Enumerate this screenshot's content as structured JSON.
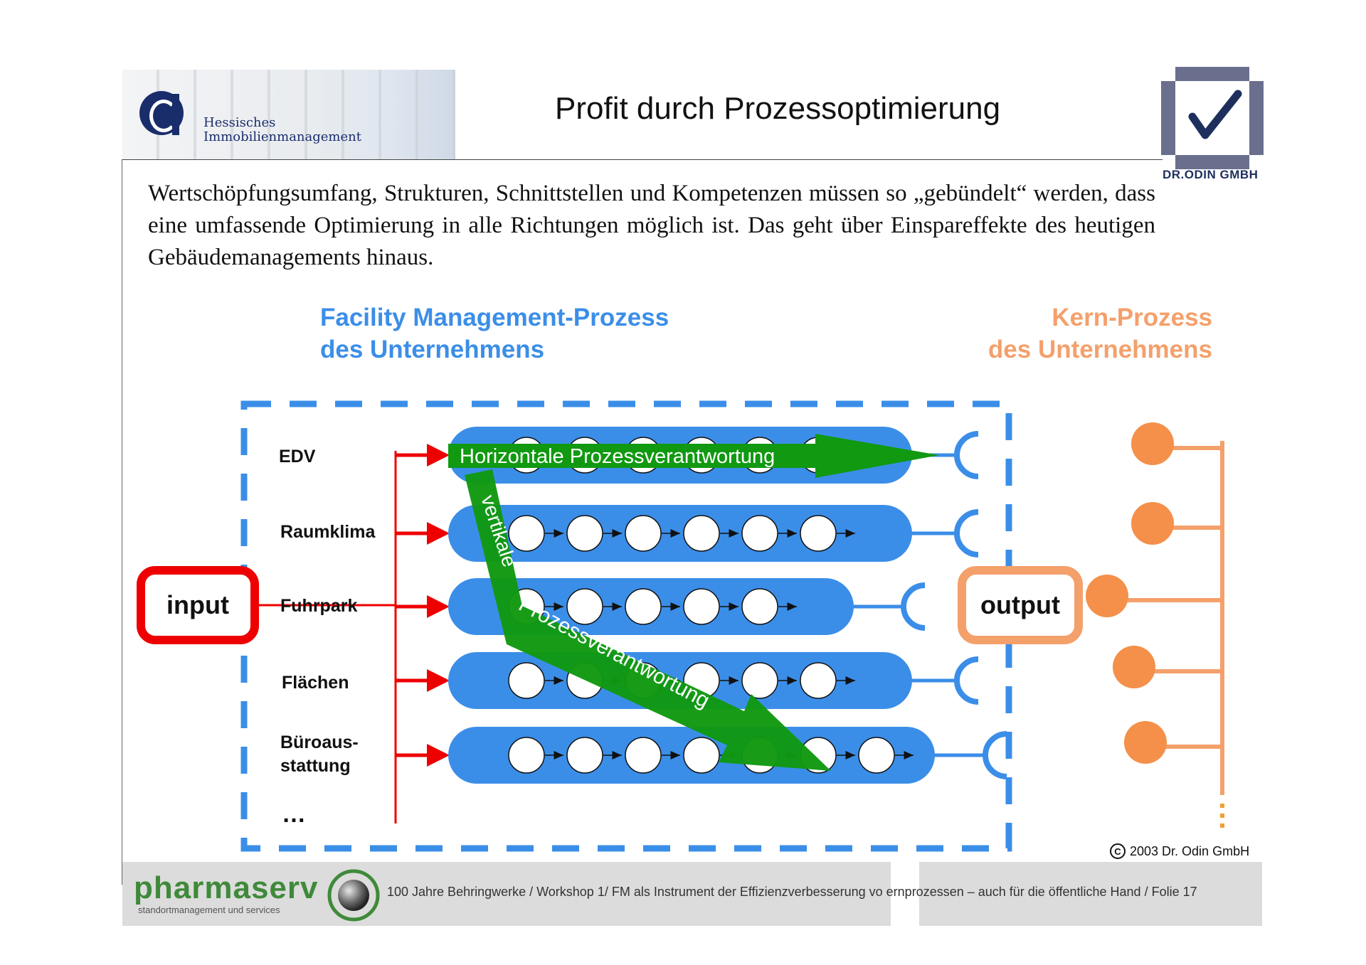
{
  "header": {
    "logo_line1": "Hessisches",
    "logo_line2": "Immobilienmanagement",
    "title": "Profit durch Prozessoptimierung",
    "company": "DR.ODIN GMBH"
  },
  "intro_text": "Wertschöpfungsumfang, Strukturen, Schnittstellen und Kompetenzen müssen so „gebündelt“ werden, dass eine umfassende Optimierung in alle Richtungen möglich ist. Das geht über Einspareffekte des heutigen Gebäudemanagements hinaus.",
  "diagram": {
    "fm_heading_line1": "Facility Management-Prozess",
    "fm_heading_line2": "des Unternehmens",
    "kern_heading_line1": "Kern-Prozess",
    "kern_heading_line2": "des Unternehmens",
    "input_label": "input",
    "output_label": "output",
    "lanes": [
      {
        "label": "EDV",
        "steps": 6
      },
      {
        "label": "Raumklima",
        "steps": 6
      },
      {
        "label": "Fuhrpark",
        "steps": 5
      },
      {
        "label": "Flächen",
        "steps": 6
      },
      {
        "label_line1": "Büroaus-",
        "label_line2": "stattung",
        "steps": 7
      }
    ],
    "more_label": "…",
    "horizontal_arrow_label": "Horizontale Prozessverantwortung",
    "vertical_label_1": "vertikale",
    "vertical_label_2": "Prozessverantwortung",
    "colors": {
      "fm_blue": "#3b8ee8",
      "kern_orange": "#f4a06b",
      "input_red": "#ee0000",
      "arrow_green": "#119911"
    }
  },
  "copyright": "2003 Dr. Odin GmbH",
  "copyright_symbol": "C",
  "footer": {
    "brand": "pharmaserv",
    "brand_sub": "standortmanagement und services",
    "text": "100 Jahre Behringwerke / Workshop 1/ FM als Instrument der Effizienzverbesserung vo      ernprozessen – auch für die öffentliche Hand / Folie 17"
  }
}
